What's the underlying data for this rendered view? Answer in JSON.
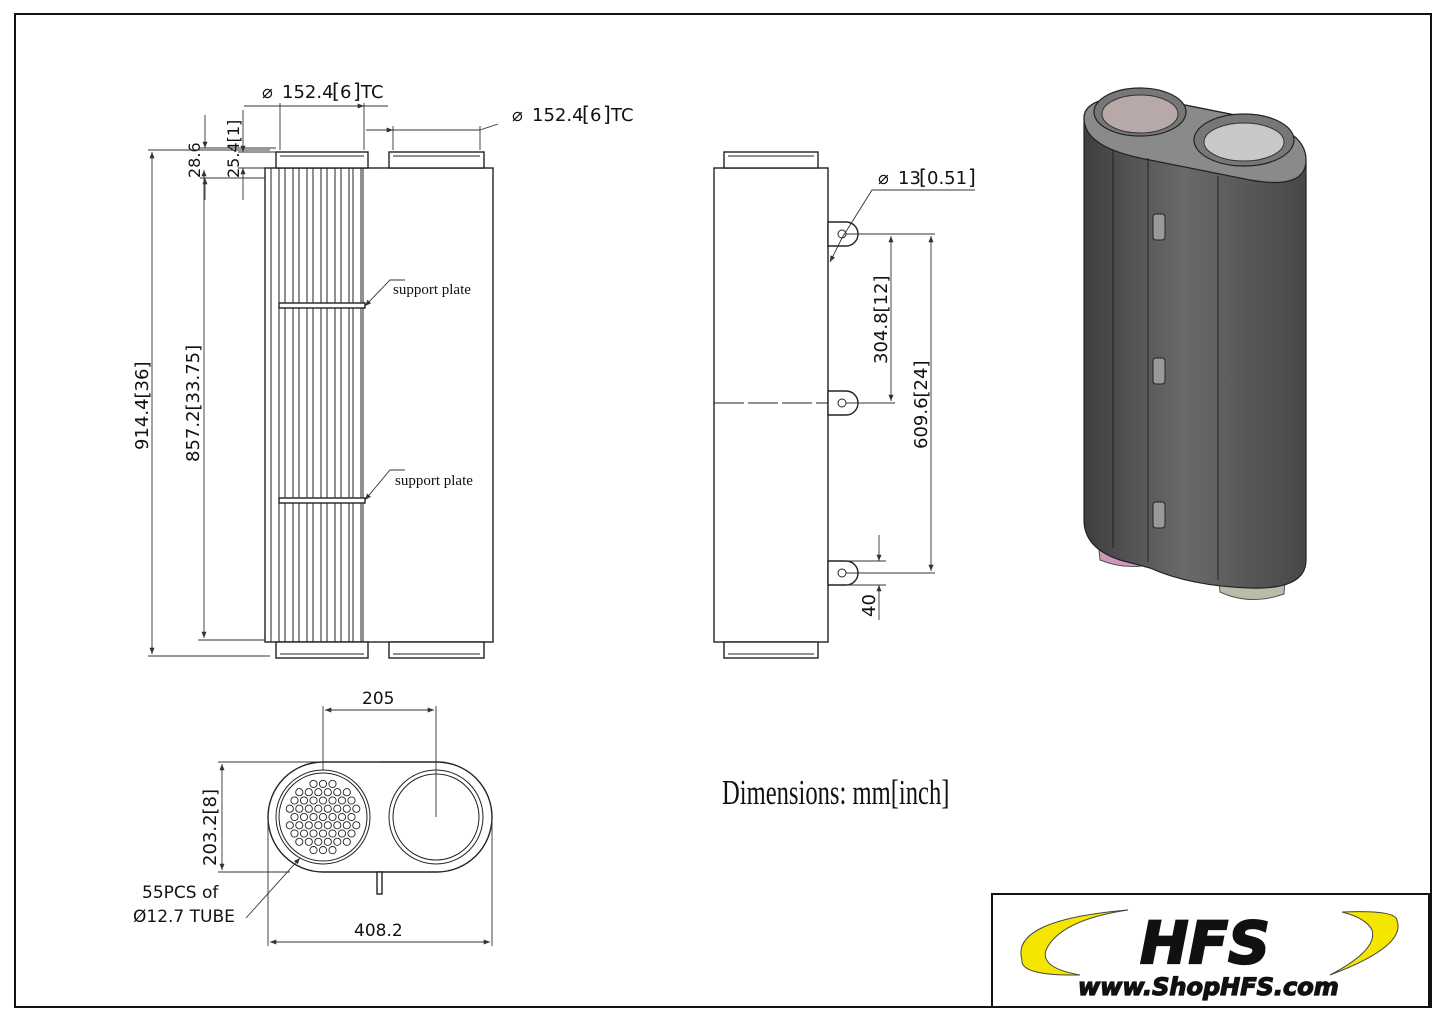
{
  "front_view": {
    "inlet_dia": "152.4",
    "inlet_dia_in": "6",
    "inlet_suffix": "TC",
    "outlet_dia": "152.4",
    "outlet_dia_in": "6",
    "outlet_suffix": "TC",
    "flange_gap_mm": "25.4",
    "flange_gap_in": "1",
    "flange_height": "28.6",
    "overall_height_mm": "914.4",
    "overall_height_in": "36",
    "body_height_mm": "857.2",
    "body_height_in": "33.75",
    "support_plate_1": "support plate",
    "support_plate_2": "support plate"
  },
  "side_view": {
    "mount_hole_mm": "13",
    "mount_hole_in": "0.51",
    "bracket_spacing_mm": "304.8",
    "bracket_spacing_in": "12",
    "bracket_span_mm": "609.6",
    "bracket_span_in": "24",
    "bracket_offset": "40"
  },
  "top_view": {
    "center_distance": "205",
    "depth_mm": "203.2",
    "depth_in": "8",
    "width": "408.2",
    "tube_note_line1": "55PCS of",
    "tube_note_line2": "Ø12.7 TUBE"
  },
  "units_note": "Dimensions: mm[inch]",
  "logo": {
    "brand": "HFS",
    "website": "www.ShopHFS.com",
    "brand_color": "#f5e600"
  },
  "colors": {
    "line": "#222222",
    "body_shade": "#555555"
  }
}
